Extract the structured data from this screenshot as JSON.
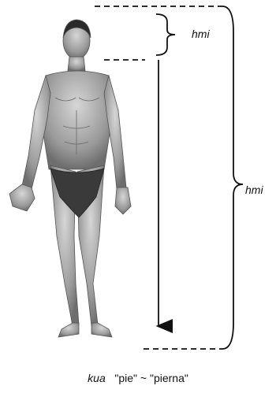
{
  "labels": {
    "upper_bracket": "hmi",
    "full_bracket": "hmi"
  },
  "caption": {
    "term": "kua",
    "gloss": "\"pie\" ~ \"pierna\""
  },
  "figure": {
    "subject_icon": "human-figure-illustration",
    "line_color": "#111111",
    "dash_style": "dashed"
  }
}
